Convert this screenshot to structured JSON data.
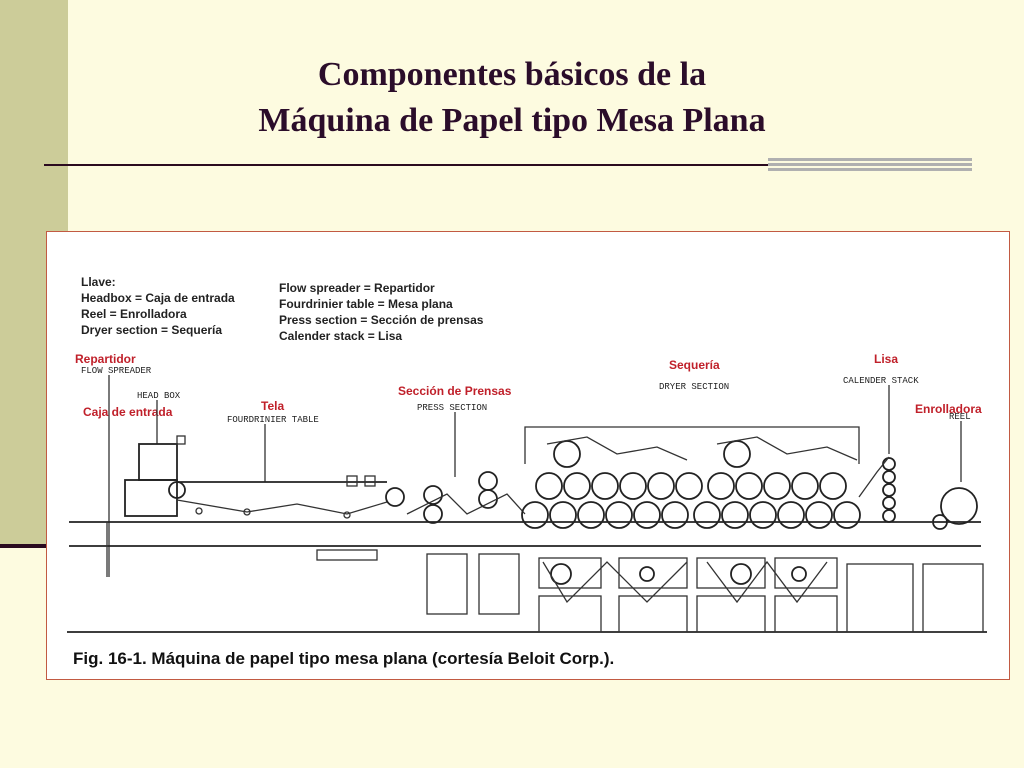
{
  "title": {
    "line1": "Componentes básicos de la",
    "line2": "Máquina de Papel tipo Mesa Plana"
  },
  "key": {
    "heading": "Llave:",
    "left": [
      "Headbox = Caja de entrada",
      "Reel = Enrolladora",
      "Dryer section = Sequería"
    ],
    "right": [
      "Flow spreader = Repartidor",
      "Fourdrinier table = Mesa plana",
      "Press section = Sección de prensas",
      "Calender stack = Lisa"
    ]
  },
  "labels_es": {
    "repartidor": "Repartidor",
    "caja_entrada": "Caja de entrada",
    "tela": "Tela",
    "seccion_prensas": "Sección de Prensas",
    "sequeria": "Sequería",
    "lisa": "Lisa",
    "enrolladora": "Enrolladora"
  },
  "labels_en": {
    "flow_spreader": "FLOW SPREADER",
    "head_box": "HEAD BOX",
    "fourdrinier_table": "FOURDRINIER TABLE",
    "press_section": "PRESS SECTION",
    "dryer_section": "DRYER SECTION",
    "calender_stack": "CALENDER STACK",
    "reel": "REEL"
  },
  "caption": "Fig. 16-1. Máquina de papel tipo mesa plana (cortesía Beloit Corp.).",
  "colors": {
    "accent_red": "#c0202a",
    "title": "#2b0d2a",
    "sidebar": "#cccc99",
    "background": "#fdfbe0"
  }
}
